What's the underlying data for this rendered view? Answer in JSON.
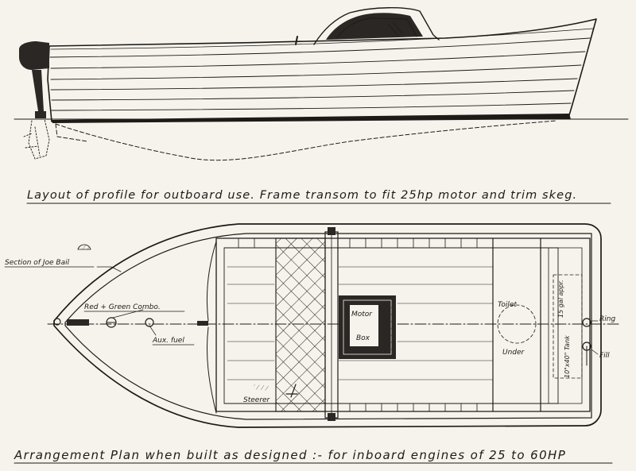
{
  "captions": {
    "profile": "Layout of profile for outboard use. Frame transom to fit 25hp motor and trim skeg.",
    "plan": "Arrangement Plan when built as designed :- for inboard engines of 25 to 60HP"
  },
  "labels": {
    "section_joe_bail": "Section of Joe Bail",
    "red_green_combo": "Red + Green Combo.",
    "aux_fuel": "Aux. fuel",
    "motor": "Motor",
    "box": "Box",
    "steerer": "Steerer",
    "toilet": "Toilet",
    "under": "Under",
    "gal_appr": "15 gal appr.",
    "tank": "10\"x40\" Tank",
    "ring": "Ring",
    "fill": "Fill"
  },
  "colors": {
    "ink": "#1d1b18",
    "paper": "#f6f3ec"
  },
  "icons": [
    "outboard-motor-icon",
    "joe-bail-section-icon",
    "nav-light-icon"
  ]
}
